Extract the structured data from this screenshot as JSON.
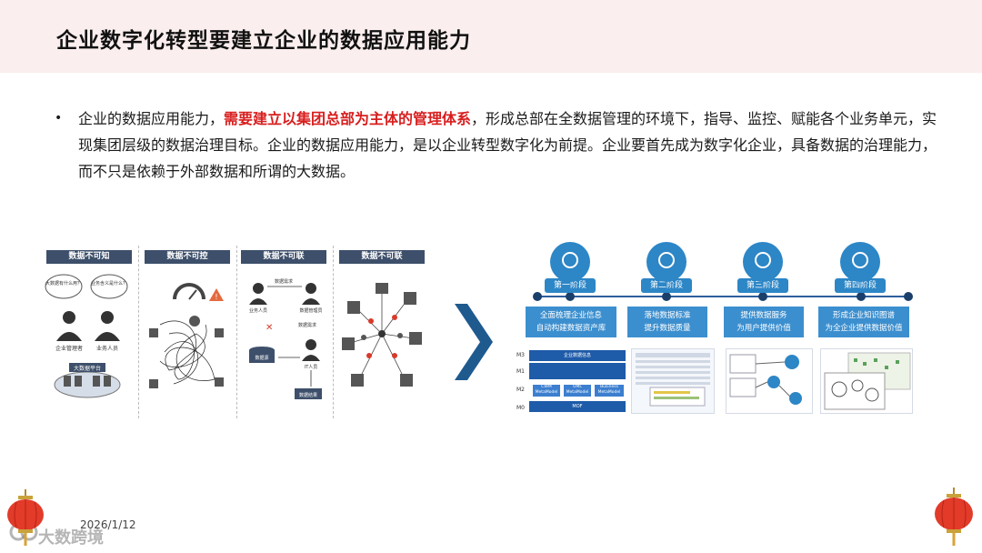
{
  "slide": {
    "title": "企业数字化转型要建立企业的数据应用能力",
    "bullet": {
      "part1": "企业的数据应用能力，",
      "highlight": "需要建立以集团总部为主体的管理体系",
      "part2": "，形成总部在全数据管理的环境下，指导、监控、赋能各个业务单元，实现集团层级的数据治理目标。企业的数据应用能力，是以企业转型数字化为前提。企业要首先成为数字化企业，具备数据的治理能力，而不只是依赖于外部数据和所谓的大数据。"
    },
    "date": "2026/1/12",
    "watermark": "大数跨境"
  },
  "left_panels": [
    {
      "header": "数据不可知",
      "bubble1": "大数据有什么用？",
      "bubble2": "业务含义是什么？",
      "person1": "企业管理者",
      "person2": "业务人员",
      "platform": "大数据平台"
    },
    {
      "header": "数据不可控"
    },
    {
      "header": "数据不可联",
      "demand": "数据需求",
      "biz_person": "业务人员",
      "data_mgr": "数据管理员",
      "data_demand": "数据需求",
      "dbname": "数据源",
      "it_person": "IT人员",
      "result": "数据结果"
    },
    {
      "header": "数据不可联"
    }
  ],
  "stages": [
    {
      "label": "第一阶段",
      "desc_line1": "全面梳理企业信息",
      "desc_line2": "自动构建数据资产库"
    },
    {
      "label": "第二阶段",
      "desc_line1": "落地数据标准",
      "desc_line2": "提升数据质量"
    },
    {
      "label": "第三阶段",
      "desc_line1": "提供数据服务",
      "desc_line2": "为用户提供价值"
    },
    {
      "label": "第四阶段",
      "desc_line1": "形成企业知识图谱",
      "desc_line2": "为全企业提供数据价值"
    }
  ],
  "metamodel": {
    "m3": "M3",
    "m2": "M2",
    "m1": "M1",
    "m0": "M0",
    "top": "企业数据信息",
    "cwm": "CWM MetaModel",
    "uml": "UML MetaModel",
    "business": "Business MetaModel",
    "mof": "MOF"
  },
  "colors": {
    "header_bg": "#fbeeee",
    "accent_red": "#d81e1e",
    "stage_blue": "#2d86c6",
    "panel_head": "#3d4f6a"
  }
}
